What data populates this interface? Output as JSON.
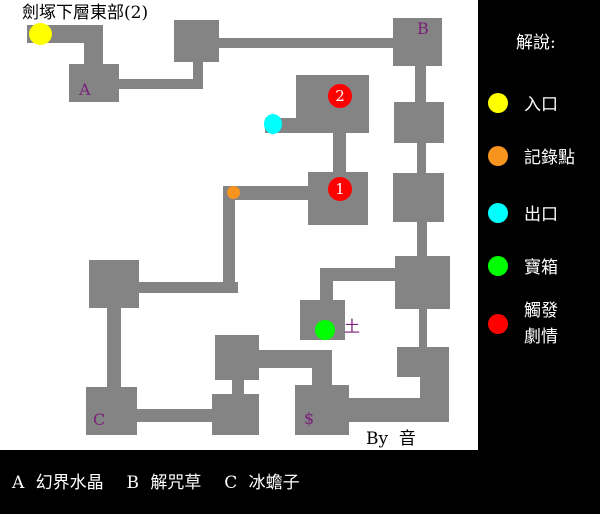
{
  "title": "劍塚下層東部(2)",
  "credit": "By  音",
  "room_labels": {
    "a": "A",
    "b": "B",
    "c": "C",
    "dollar": "$",
    "earth": "土"
  },
  "event_markers": [
    "1",
    "2"
  ],
  "legend": {
    "title": "解說:",
    "items": [
      {
        "label": "入口",
        "color": "#ffff00"
      },
      {
        "label": "記錄點",
        "color": "#f7941d"
      },
      {
        "label": "出口",
        "color": "#00ffff"
      },
      {
        "label": "寶箱",
        "color": "#00ff00"
      },
      {
        "label": "觸發\n劇情",
        "color": "#ff0000"
      }
    ]
  },
  "caption": "A 幻界水晶  B 解咒草  C 冰蟾子"
}
